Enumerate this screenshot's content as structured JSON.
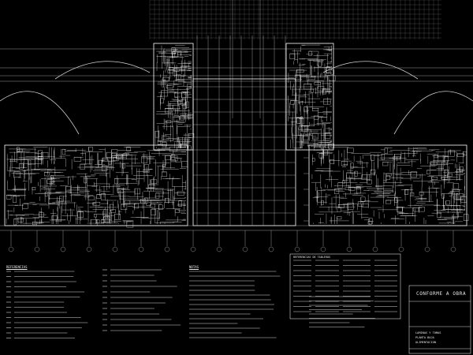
{
  "title_block": {
    "main": "CONFORME A OBRA",
    "sub1": "LAMINAS Y TOMAS",
    "sub2": "PLANTA BAJA",
    "sub3": "ALIMENTACION"
  },
  "legend": {
    "title": "REFERENCIAS"
  },
  "notes": {
    "title": "NOTAS"
  },
  "table": {
    "title": "REFERENCIAS DE TABLEROS"
  },
  "colors": {
    "background": "#000000",
    "lines": "#ffffff",
    "dim_lines": "#9a9a9a"
  }
}
